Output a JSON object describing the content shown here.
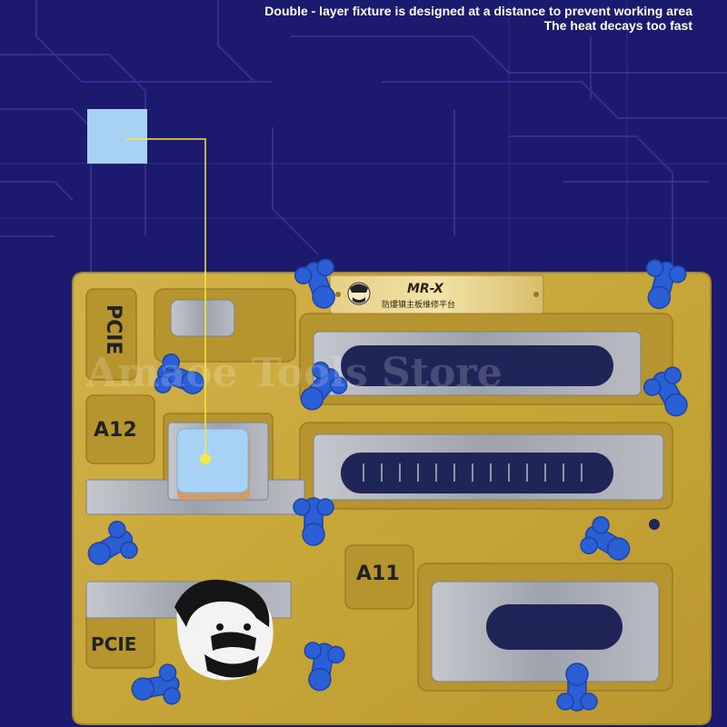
{
  "captions": {
    "line1": "Double - layer fixture is designed at a distance to prevent working area",
    "line2": "The heat decays too fast"
  },
  "fixture": {
    "brand_name": "MR-X",
    "brand_subtitle": "防爆镇主板维修平台",
    "label_pcie_top": "PCIE",
    "label_a12": "A12",
    "label_a11": "A11",
    "label_pcie_bottom": "PCIE",
    "watermark": "Amaoe Tools Store"
  },
  "colors": {
    "background": "#1c1a6e",
    "gold": "#c9a93c",
    "steel": "#a9adb6",
    "clip_blue": "#2b5fd6",
    "pad_blue": "#a8d2f5",
    "callout_yellow": "#f2e84a"
  }
}
